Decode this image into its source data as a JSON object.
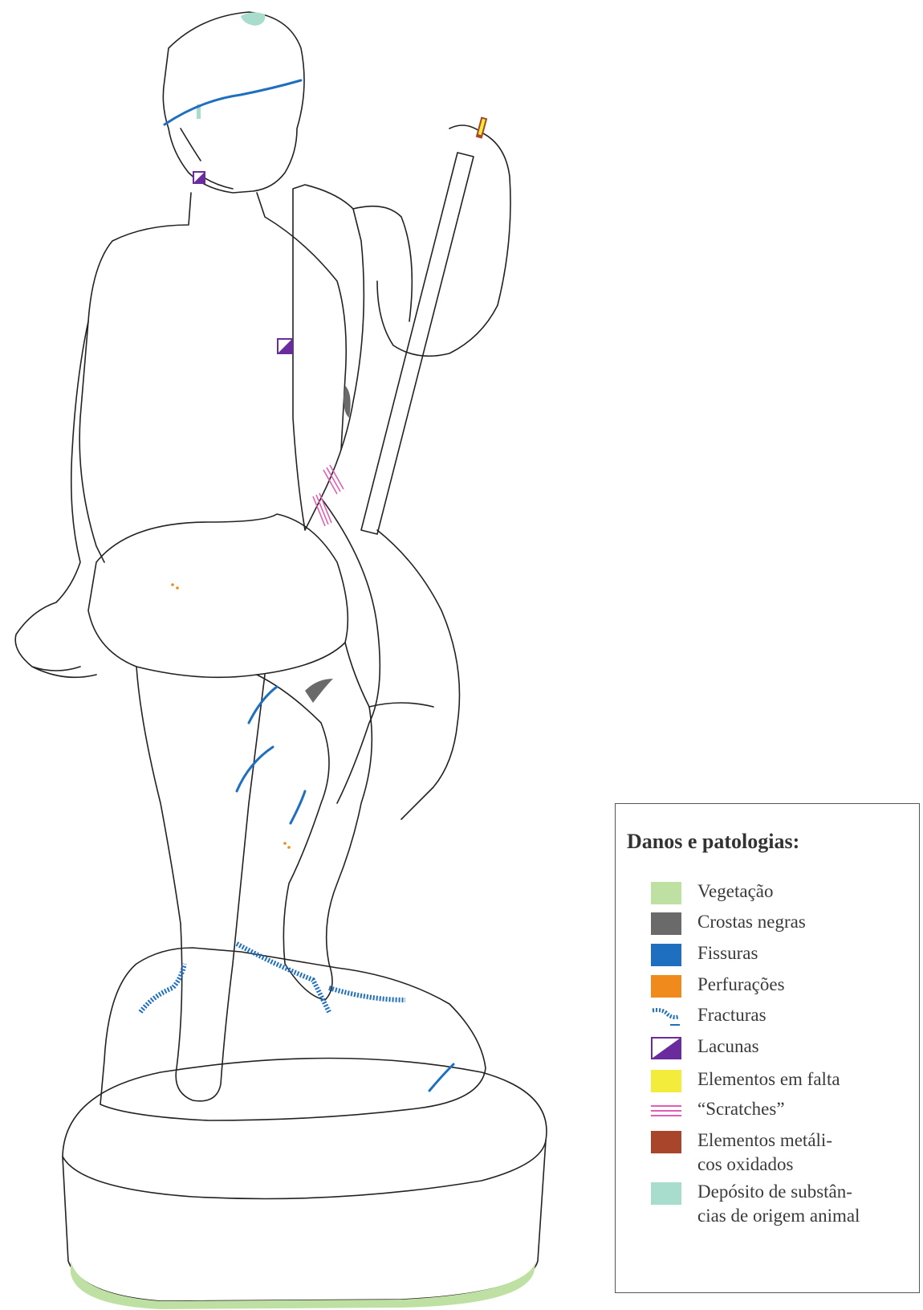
{
  "legend": {
    "title": "Danos e patologias:",
    "items": [
      {
        "key": "vegetacao",
        "line1": "Vegetação",
        "line2": "",
        "color": "#bfe0a3",
        "icon": "solid-swatch"
      },
      {
        "key": "crostas",
        "line1": "Crostas negras",
        "line2": "",
        "color": "#6a6a6a",
        "icon": "solid-swatch"
      },
      {
        "key": "fissuras",
        "line1": "Fissuras",
        "line2": "",
        "color": "#1f6fc0",
        "icon": "solid-swatch"
      },
      {
        "key": "perfuracoes",
        "line1": "Perfurações",
        "line2": "",
        "color": "#f08a1c",
        "icon": "solid-swatch"
      },
      {
        "key": "fracturas",
        "line1": "Fracturas",
        "line2": "",
        "color": "#1f6fc0",
        "icon": "hatched-line-icon"
      },
      {
        "key": "lacunas",
        "line1": "Lacunas",
        "line2": "",
        "color": "#6a2c9c",
        "icon": "half-triangle-icon"
      },
      {
        "key": "elementos_falta",
        "line1": "Elementos em falta",
        "line2": "",
        "color": "#f4ec3a",
        "icon": "solid-swatch"
      },
      {
        "key": "scratches",
        "line1": "“Scratches”",
        "line2": "",
        "color": "#e05fb4",
        "icon": "triple-line-icon"
      },
      {
        "key": "metalicos",
        "line1": "Elementos metáli-",
        "line2": "cos oxidados",
        "color": "#a8452a",
        "icon": "solid-swatch"
      },
      {
        "key": "deposito",
        "line1": "Depósito de substân-",
        "line2": "cias de origem animal",
        "color": "#a8dccd",
        "icon": "solid-swatch"
      }
    ]
  }
}
